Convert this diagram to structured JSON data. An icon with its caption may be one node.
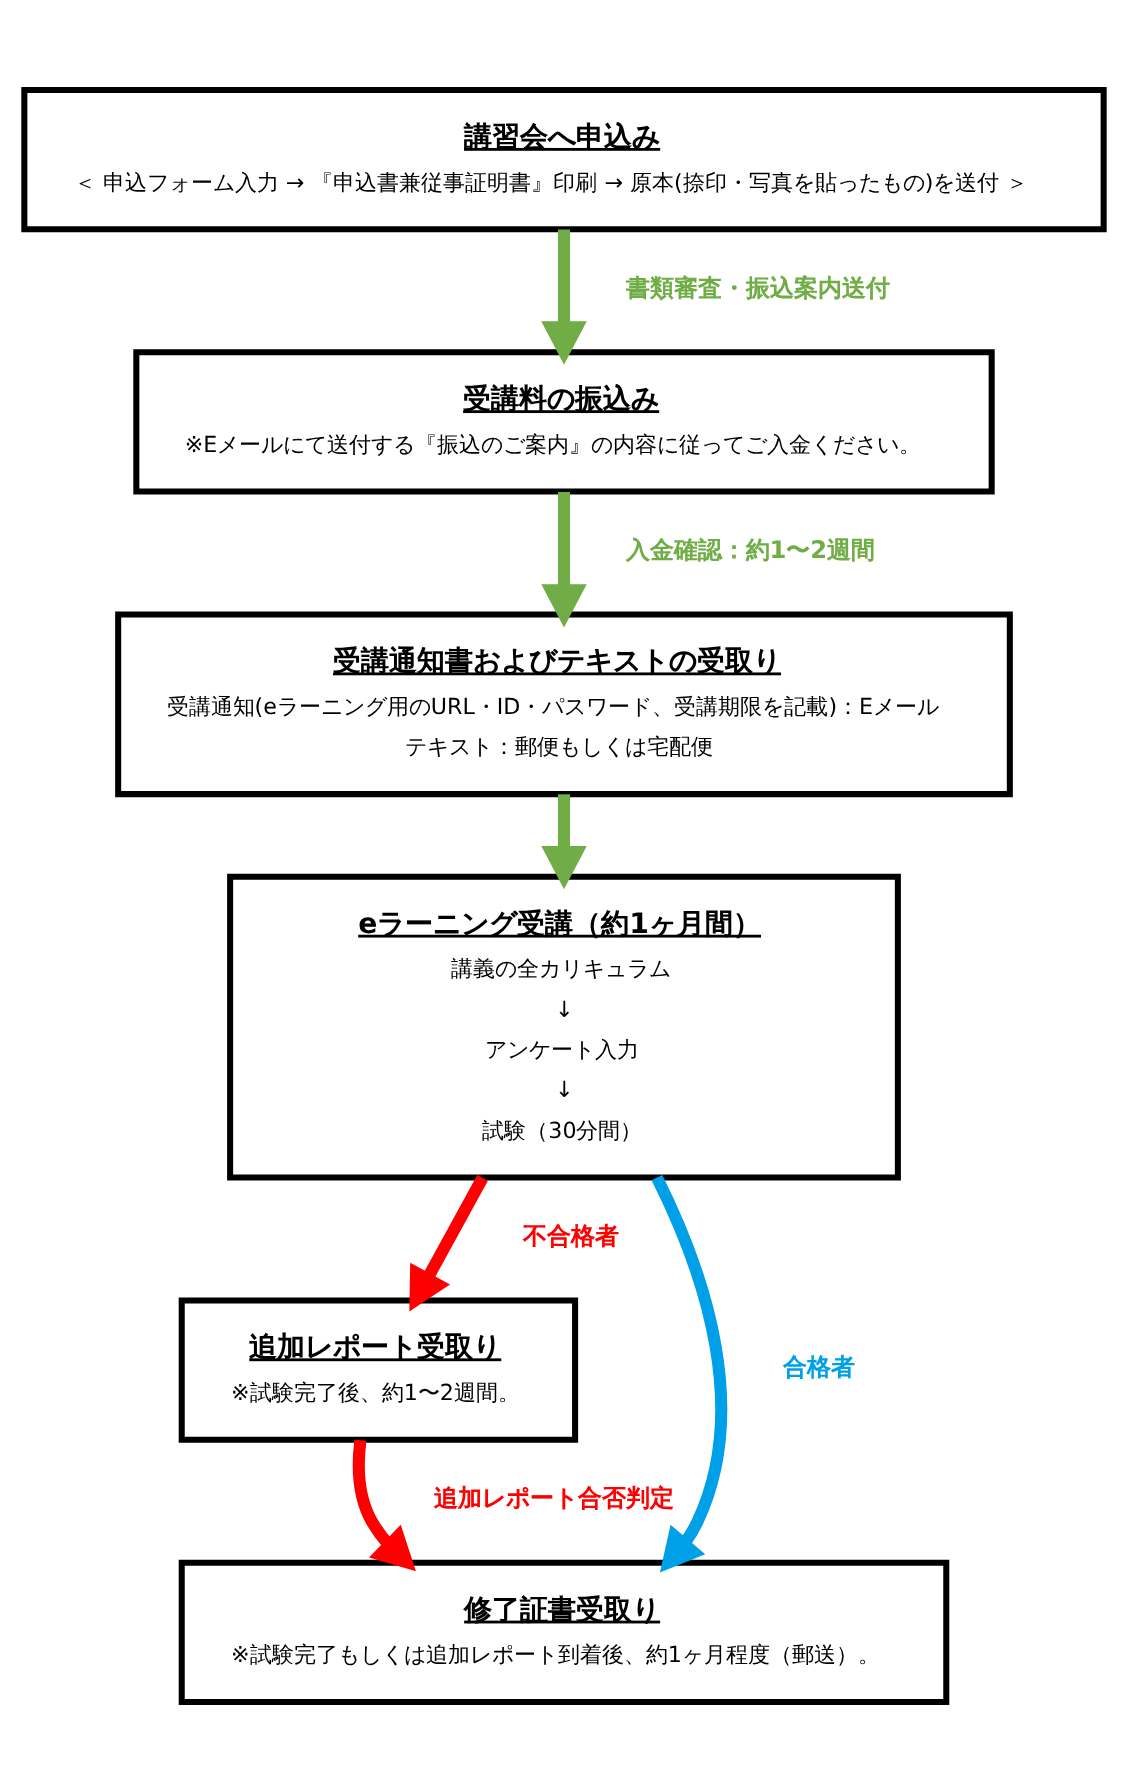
{
  "diagram": {
    "nodes": [
      {
        "text": [
          "講習会へ申込み",
          "＜ 申込フォーム入力 → 『申込書兼従事証明書』印刷 → 原本(捺印・写真を貼ったもの)を送付 ＞"
        ]
      },
      {
        "text": [
          "受講料の振込み",
          "※Eメールにて送付する『振込のご案内』の内容に従ってご入金ください。"
        ]
      },
      {
        "text": [
          "受講通知書およびテキストの受取り",
          "受講通知(eラーニング用のURL・ID・パスワード、受講期限を記載)：Eメール",
          "テキスト：郵便もしくは宅配便"
        ]
      },
      {
        "text": [
          "eラーニング受講（約1ヶ月間）",
          "講義の全カリキュラム",
          "↓",
          "アンケート入力",
          "↓",
          "試験（30分間）"
        ]
      },
      {
        "text": [
          "追加レポート受取り",
          "※試験完了後、約1〜2週間。"
        ]
      },
      {
        "text": [
          "修了証書受取り",
          "※試験完了もしくは追加レポート到着後、約1ヶ月程度（郵送）。"
        ]
      }
    ],
    "edges": [
      {
        "from": 0,
        "to": 1,
        "arrow": "to",
        "label": "書類審査・振込案内送付"
      },
      {
        "from": 1,
        "to": 2,
        "arrow": "to",
        "label": "入金確認：約1〜2週間"
      },
      {
        "from": 2,
        "to": 3,
        "arrow": "to"
      },
      {
        "from": 3,
        "to": 4,
        "arrow": "to",
        "label": "不合格者",
        "color": "#ff0000"
      },
      {
        "from": 3,
        "to": 5,
        "arrow": "to",
        "label": "合格者",
        "color": "#00a0e9"
      },
      {
        "from": 4,
        "to": 5,
        "arrow": "to",
        "label": "追加レポート合否判定",
        "color": "#ff0000"
      }
    ]
  }
}
